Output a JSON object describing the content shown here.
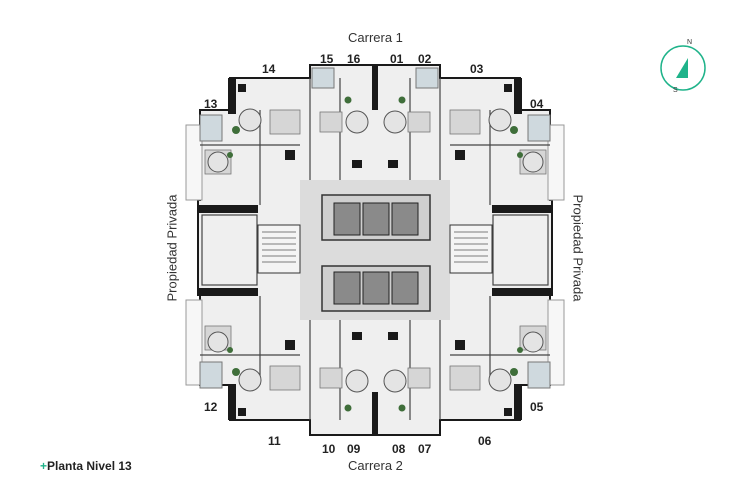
{
  "plan": {
    "title_prefix": "+",
    "title": "Planta Nivel 13",
    "streets": {
      "top": "Carrera 1",
      "bottom": "Carrera 2"
    },
    "sides": {
      "left": "Propiedad Privada",
      "right": "Propiedad Privada"
    }
  },
  "units": {
    "u01": "01",
    "u02": "02",
    "u03": "03",
    "u04": "04",
    "u05": "05",
    "u06": "06",
    "u07": "07",
    "u08": "08",
    "u09": "09",
    "u10": "10",
    "u11": "11",
    "u12": "12",
    "u13": "13",
    "u14": "14",
    "u15": "15",
    "u16": "16"
  },
  "compass": {
    "north": "N",
    "south": "S",
    "accent": "#1fb38a"
  },
  "colors": {
    "accent": "#1fb38a",
    "wall": "#1a1a1a",
    "floor": "#e9e9e9",
    "core": "#cfcfcf"
  }
}
